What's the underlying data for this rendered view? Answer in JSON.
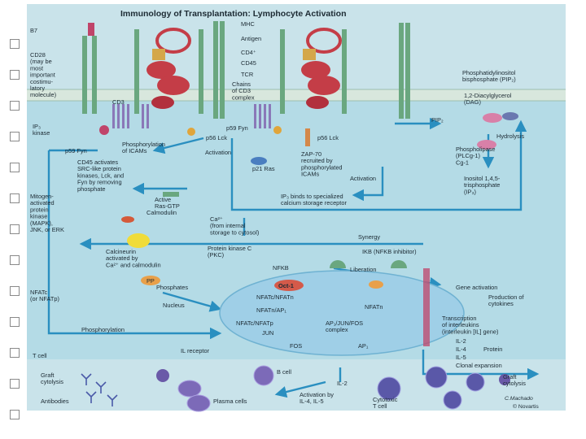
{
  "title": "Immunology of Transplantation: Lymphocyte Activation",
  "colors": {
    "background": "#c9e3ea",
    "cell_zone": "#a9d3e0",
    "arrow": "#2a8fc0",
    "membrane": "#c0d7c8",
    "receptor_green": "#6aa77f",
    "mhc_red": "#c43d47",
    "nucleus": "#9fcfe7"
  },
  "icons": [
    "tcr-receptor-icon",
    "mhc-antigen-icon",
    "cd3-chain-icon",
    "protein-blob-icon",
    "nucleus-icon",
    "cell-icon",
    "antibody-icon"
  ],
  "labels": {
    "b7": "B7",
    "cd28": "CD28\n(may be\nmost\nimportant\ncostimu-\nlatory\nmolecule)",
    "mhc": "MHC",
    "antigen": "Antigen",
    "cd4": "CD4⁺",
    "cd45": "CD45",
    "tcr": "TCR",
    "cd3": "CD3",
    "chains_cd3": "Chains\nof CD3\ncomplex",
    "pip2": "Phosphatidylinositol\nbisphosphate (PIP₂)",
    "dag": "1,2-Diacylglycerol\n(DAG)",
    "ip3_kinase": "IP₃\nkinase",
    "phosph_icams": "Phosphorylation\nof ICAMs",
    "p59fyn_left": "p59 Fyn",
    "p59fyn_mid": "p59 Fyn",
    "p56lck_mid": "p56 Lck",
    "p56lck_right": "p56 Lck",
    "pip2_short": "PIP₂",
    "hydrolysis": "Hydrolysis",
    "cd45_activates": "CD45 activates\nSRC-like protein\nkinases, Lck, and\nFyn by removing\nphosphate",
    "activation_1": "Activation",
    "p21ras": "p21 Ras",
    "zap70": "ZAP-70\nrecruited by\nphosphorylated\nICAMs",
    "phospholipase": "Phospholipase\n(PLCg-1)\nCg-1",
    "activation_2": "Activation",
    "inositol": "Inositol 1,4,5-\ntrisphosphate\n(IP₃)",
    "mapk": "Mitogen-\nactivated\nprotein\nkinase\n(MAPK),\nJNK, or ERK",
    "active_ras": "Active\nRas-GTP",
    "calmodulin": "Calmodulin",
    "ip3_binds": "IP₃ binds to specialized\ncalcium storage receptor",
    "ca2": "Ca²⁺\n(from internal\nstorage to cytosol)",
    "synergy": "Synergy",
    "pkc": "Protein kinase C\n(PKC)",
    "calcineurin": "Calcineurin\nactivated by\nCa²⁺ and calmodulin",
    "nfkb": "NFKB",
    "ikb": "IKB (NFKB inhibitor)",
    "liberation": "Liberation",
    "pp": "PP",
    "phosphates": "Phosphates",
    "oct1": "Oct-1",
    "gene_activation": "Gene activation",
    "nfatc": "NFATc\n(or NFATp)",
    "nfatc_nfatn": "NFATc/NFATn",
    "production": "Production of\ncytokines",
    "nucleus": "Nucleus",
    "nfatn_ap1": "NFATn/AP₁",
    "nfatn": "NFATn",
    "transcription": "Transcription\nof interleukins\n(interleukin [IL] gene)",
    "phosphorylation": "Phosphorylation",
    "nfatc_nfatp": "NFATc/NFATp",
    "ap1_complex": "AP₁/JUN/FOS\ncomplex",
    "jun": "JUN",
    "fos": "FOS",
    "ap1": "AP₁",
    "il2": "IL-2",
    "il4": "IL-4",
    "il5": "IL-5",
    "protein": "Protein",
    "tcell": "T cell",
    "il_receptor": "IL receptor",
    "clonal": "Clonal expansion",
    "graft_cytolysis_left": "Graft\ncytolysis",
    "graft_cytolysis_right": "Graft\ncytolysis",
    "bcell": "B cell",
    "il2_bottom": "IL-2",
    "activation_by": "Activation by\nIL-4, IL-5",
    "antibodies": "Antibodies",
    "plasma": "Plasma cells",
    "cytotoxic": "Cytotoxic\nT cell",
    "signature": "C.Machado",
    "copyright": "© Novartis"
  }
}
